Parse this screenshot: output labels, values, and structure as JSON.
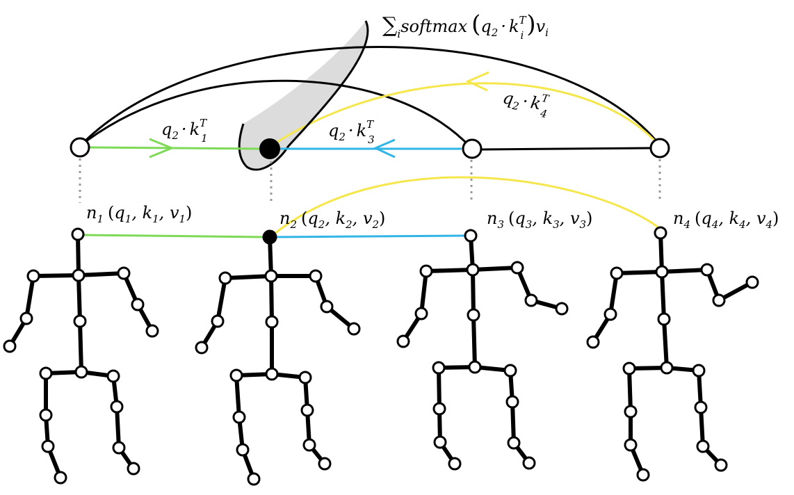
{
  "formula": {
    "sum_symbol": "∑",
    "sum_index": "i",
    "function": "softmax",
    "q": "q",
    "q_index": "2",
    "dot": "·",
    "k": "k",
    "k_sub": "i",
    "k_sup": "T",
    "v": "v",
    "v_index": "i"
  },
  "edge_labels": [
    {
      "id": "e1",
      "q": "q",
      "q_index": "2",
      "dot": "·",
      "k": "k",
      "k_sub": "1",
      "k_sup": "T"
    },
    {
      "id": "e3",
      "q": "q",
      "q_index": "2",
      "dot": "·",
      "k": "k",
      "k_sub": "3",
      "k_sup": "T"
    },
    {
      "id": "e4",
      "q": "q",
      "q_index": "2",
      "dot": "·",
      "k": "k",
      "k_sub": "4",
      "k_sup": "T"
    }
  ],
  "node_labels": [
    {
      "n": "n",
      "i": "1",
      "q": "q",
      "k": "k",
      "v": "v"
    },
    {
      "n": "n",
      "i": "2",
      "q": "q",
      "k": "k",
      "v": "v"
    },
    {
      "n": "n",
      "i": "3",
      "q": "q",
      "k": "k",
      "v": "v"
    },
    {
      "n": "n",
      "i": "4",
      "q": "q",
      "k": "k",
      "v": "v"
    }
  ],
  "colors": {
    "green": "#7ed957",
    "blue": "#30b5e6",
    "yellow": "#f5e64b",
    "shade": "#d9d9d9",
    "stroke": "#000000"
  }
}
